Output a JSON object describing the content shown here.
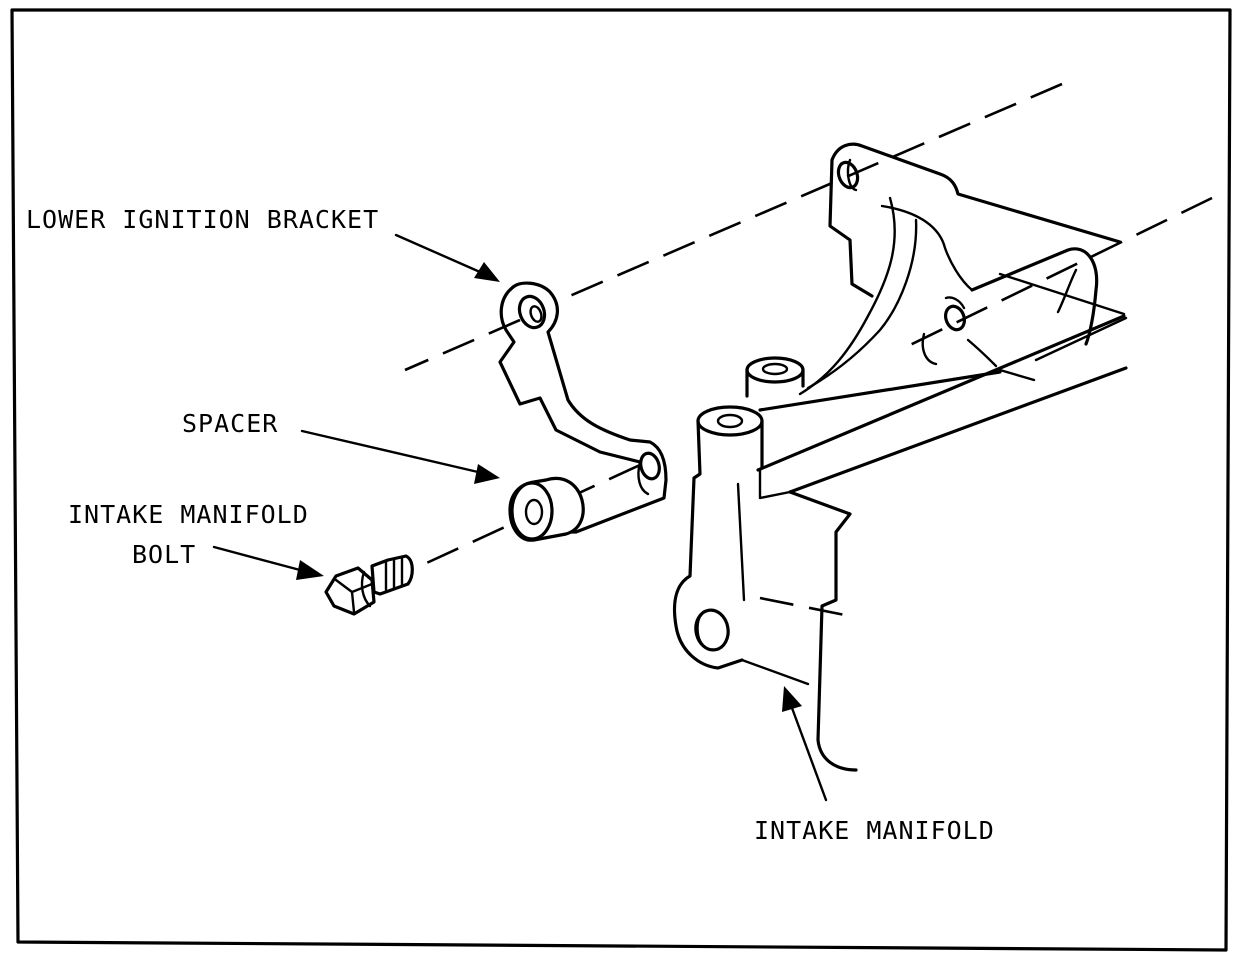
{
  "diagram": {
    "labels": {
      "lower_ignition_bracket": "LOWER IGNITION BRACKET",
      "spacer": "SPACER",
      "intake_manifold_bolt_line1": "INTAKE MANIFOLD",
      "intake_manifold_bolt_line2": "BOLT",
      "intake_manifold": "INTAKE MANIFOLD"
    }
  }
}
